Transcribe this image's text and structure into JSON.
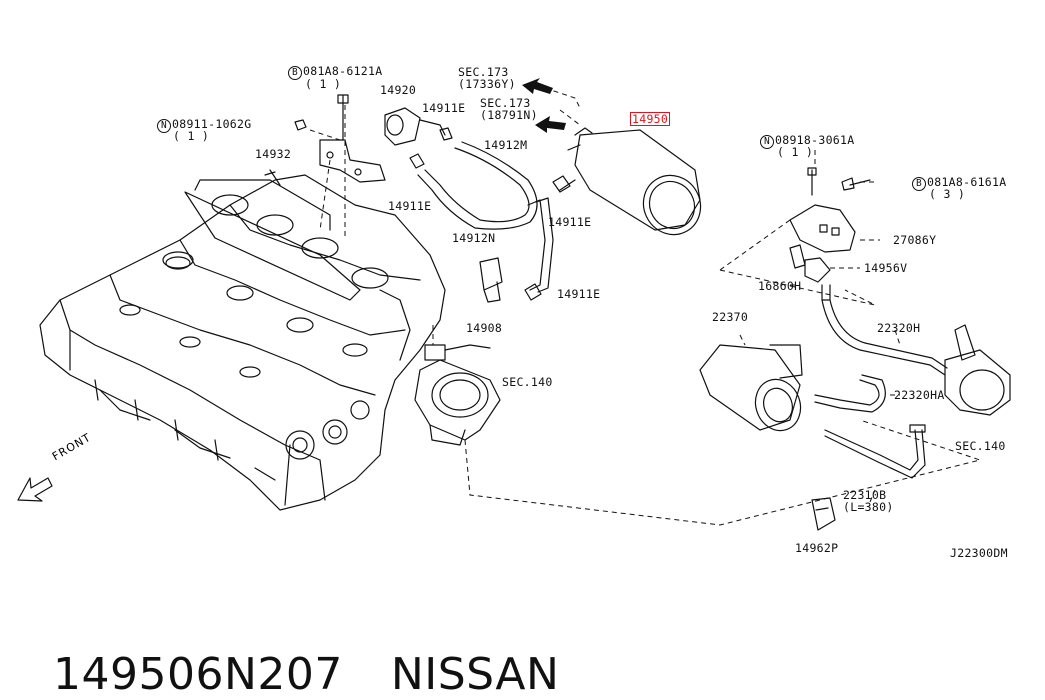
{
  "diagram": {
    "code": "J22300DM",
    "front_label": "FRONT",
    "labels": {
      "bolt_081A8_6121A": {
        "prefix": "B",
        "code": "081A8-6121A",
        "qty": "( 1 )"
      },
      "nut_08911_1062G": {
        "prefix": "N",
        "code": "08911-1062G",
        "qty": "( 1 )"
      },
      "p14932": "14932",
      "p14920": "14920",
      "p14911E_a": "14911E",
      "p14911E_b": "14911E",
      "p14911E_c": "14911E",
      "p14911E_d": "14911E",
      "p14912M": "14912M",
      "p14912N": "14912N",
      "p14908": "14908",
      "sec173_a": {
        "code": "SEC.173",
        "sub": "(17336Y)"
      },
      "sec173_b": {
        "code": "SEC.173",
        "sub": "(18791N)"
      },
      "p14950": "14950",
      "nut_08918_3061A": {
        "prefix": "N",
        "code": "08918-3061A",
        "qty": "( 1 )"
      },
      "bolt_081A8_6161A": {
        "prefix": "B",
        "code": "081A8-6161A",
        "qty": "( 3 )"
      },
      "p27086Y": "27086Y",
      "p16860H": "16860H",
      "p14956V": "14956V",
      "p22370": "22370",
      "p22320H": "22320H",
      "p22320HA": "22320HA",
      "sec140_a": "SEC.140",
      "sec140_b": "SEC.140",
      "p22310B": {
        "code": "22310B",
        "len": "(L=380)"
      },
      "p14962P": "14962P"
    }
  },
  "footer": {
    "part_number": "149506N207",
    "brand": "NISSAN"
  },
  "colors": {
    "line": "#111111",
    "highlight": "#e0141e"
  }
}
